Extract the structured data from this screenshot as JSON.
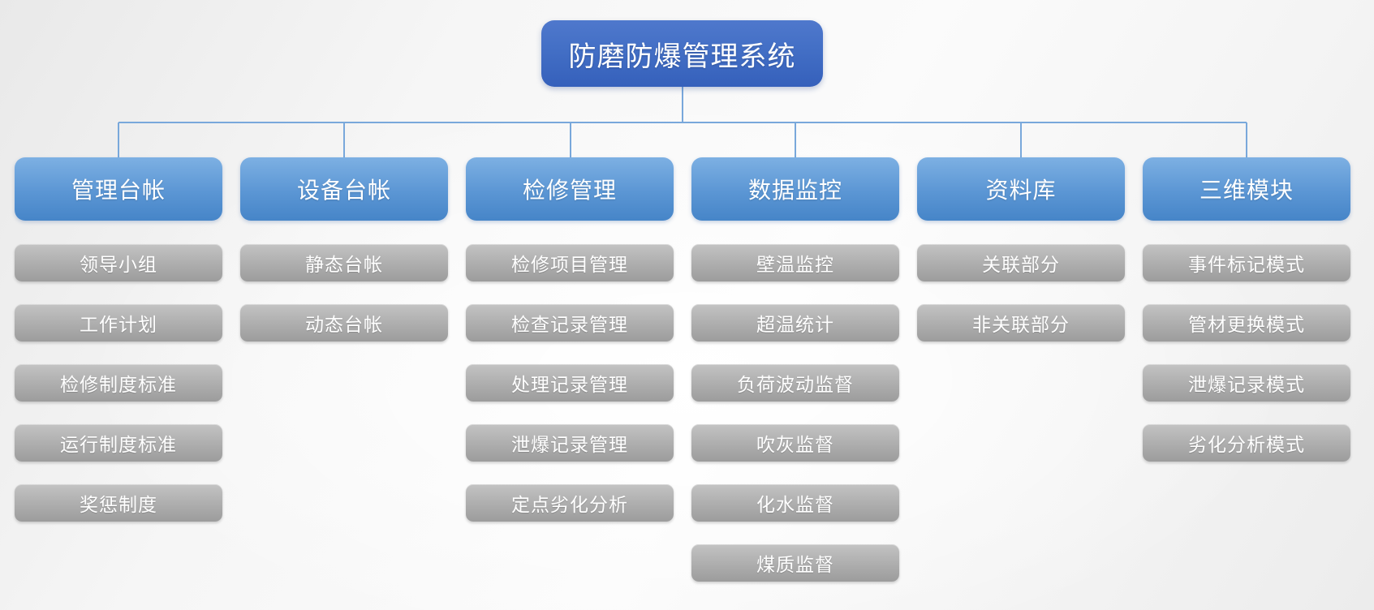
{
  "diagram": {
    "root": {
      "label": "防磨防爆管理系统"
    },
    "branches": [
      {
        "label": "管理台帐",
        "children": [
          "领导小组",
          "工作计划",
          "检修制度标准",
          "运行制度标准",
          "奖惩制度"
        ]
      },
      {
        "label": "设备台帐",
        "children": [
          "静态台帐",
          "动态台帐"
        ]
      },
      {
        "label": "检修管理",
        "children": [
          "检修项目管理",
          "检查记录管理",
          "处理记录管理",
          "泄爆记录管理",
          "定点劣化分析"
        ]
      },
      {
        "label": "数据监控",
        "children": [
          "壁温监控",
          "超温统计",
          "负荷波动监督",
          "吹灰监督",
          "化水监督",
          "煤质监督"
        ]
      },
      {
        "label": "资料库",
        "children": [
          "关联部分",
          "非关联部分"
        ]
      },
      {
        "label": "三维模块",
        "children": [
          "事件标记模式",
          "管材更换模式",
          "泄爆记录模式",
          "劣化分析模式"
        ]
      }
    ],
    "colors": {
      "root_box_top": "#4f78cc",
      "root_box_bottom": "#3560bb",
      "branch_box_top": "#7db0e3",
      "branch_box_bottom": "#4685c8",
      "leaf_box_top": "#c3c3c3",
      "leaf_box_bottom": "#9c9c9c",
      "connector": "#79a8db",
      "text": "#ffffff"
    }
  }
}
